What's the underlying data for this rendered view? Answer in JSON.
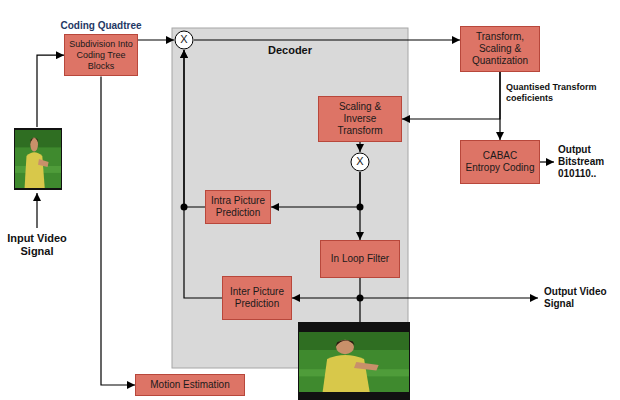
{
  "diagram": {
    "nodes": [
      {
        "text": [
          "Coding Quadtree",
          "Subdivision Into Coding Tree Blocks"
        ]
      },
      {
        "text": [
          "Decoder"
        ]
      },
      {
        "text": [
          "X"
        ],
        "in": 1
      },
      {
        "text": [
          "Transform, Scaling & Quantization"
        ]
      },
      {
        "text": [
          "Scaling & Inverse Transform"
        ],
        "in": 1
      },
      {
        "text": [
          "X"
        ],
        "in": 1
      },
      {
        "text": [
          "Intra Picture Prediction"
        ],
        "in": 1
      },
      {
        "text": [
          "In Loop Filter"
        ],
        "in": 1
      },
      {
        "text": [
          "Inter Picture Prediction"
        ],
        "in": 1
      },
      {
        "text": [
          "CABAC Entropy Coding"
        ]
      },
      {
        "text": [
          "Motion Estimation"
        ]
      }
    ],
    "edges": [
      {
        "from": 0,
        "to": 2,
        "arrow": "to"
      },
      {
        "from": 2,
        "to": 3,
        "arrow": "to"
      },
      {
        "from": 3,
        "to": 9,
        "arrow": "to"
      },
      {
        "from": 3,
        "to": 4,
        "arrow": "to"
      },
      {
        "from": 4,
        "to": 5,
        "arrow": "to"
      },
      {
        "from": 5,
        "to": 6,
        "arrow": "to"
      },
      {
        "from": 5,
        "to": 7,
        "arrow": "to"
      },
      {
        "from": 7,
        "to": 8,
        "arrow": "to"
      },
      {
        "from": 8,
        "to": 2,
        "arrow": "to"
      },
      {
        "from": 6,
        "to": 2,
        "arrow": "to"
      },
      {
        "from": 0,
        "to": 10,
        "arrow": "to"
      }
    ],
    "labels": [
      "Quantised Transform coeficients",
      "Output Bitstream 010110..",
      "Output Video Signal",
      "Input Video Signal"
    ]
  }
}
